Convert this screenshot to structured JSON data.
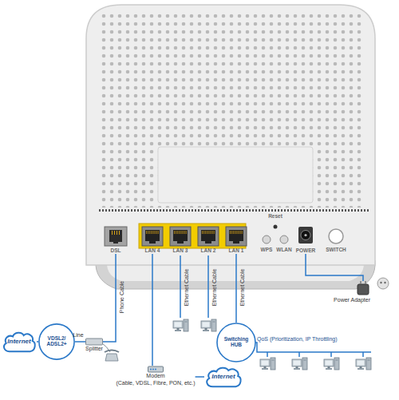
{
  "diagram": {
    "nodes": [
      {
        "text": [
          "DSL"
        ]
      },
      {
        "text": [
          "LAN 4"
        ]
      },
      {
        "text": [
          "LAN 3"
        ]
      },
      {
        "text": [
          "LAN 2"
        ]
      },
      {
        "text": [
          "LAN 1"
        ]
      },
      {
        "text": [
          "POWER"
        ]
      },
      {
        "text": [
          "Power Adapter"
        ]
      },
      {
        "text": [
          "Internet"
        ]
      },
      {
        "text": [
          "VDSL2/ ADSL2+"
        ]
      },
      {
        "text": [
          "Splitter"
        ]
      },
      {
        "text": [
          "Switching HUB"
        ]
      },
      {
        "text": [
          "Modem",
          "(Cable, VDSL, Fibre, PON, etc.)"
        ]
      },
      {
        "text": [
          "Internet"
        ]
      }
    ],
    "edges": [
      {
        "from": 0,
        "to": 9,
        "label": "Phone Cable",
        "arrow": "none"
      },
      {
        "from": 7,
        "to": 8,
        "arrow": "none"
      },
      {
        "from": 8,
        "to": 9,
        "label": "Line",
        "arrow": "none"
      },
      {
        "from": 1,
        "to": 11,
        "arrow": "none"
      },
      {
        "from": 4,
        "to": 10,
        "label": "Ethernet Cable",
        "arrow": "none"
      },
      {
        "from": 11,
        "to": 12,
        "arrow": "none"
      },
      {
        "from": 5,
        "to": 6,
        "arrow": "none"
      }
    ],
    "labels": [
      "Reset",
      "WPS",
      "WLAN",
      "SWITCH",
      "Ethernet Cable",
      "Ethernet Cable",
      "QoS (Prioritization, IP Throttling)"
    ]
  }
}
